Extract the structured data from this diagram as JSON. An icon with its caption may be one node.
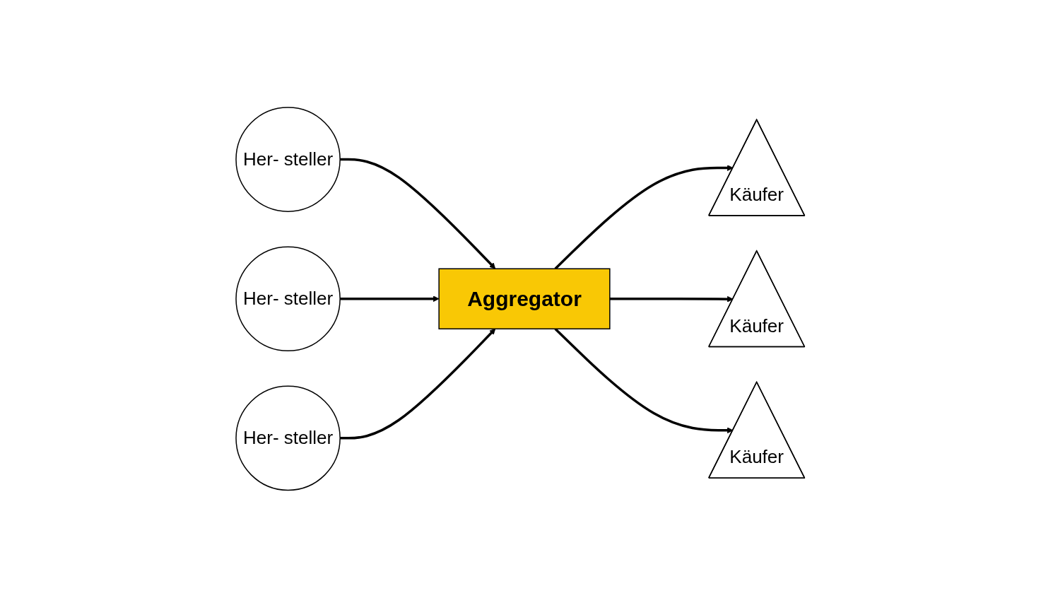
{
  "diagram": {
    "nodes": [
      {
        "text": [
          "Her- steller"
        ]
      },
      {
        "text": [
          "Her- steller"
        ]
      },
      {
        "text": [
          "Her- steller"
        ]
      },
      {
        "text": [
          "Aggregator"
        ]
      },
      {
        "text": [
          "Käufer"
        ]
      },
      {
        "text": [
          "Käufer"
        ]
      },
      {
        "text": [
          "Käufer"
        ]
      }
    ],
    "edges": [
      {
        "from": 0,
        "to": 3,
        "arrow": "to"
      },
      {
        "from": 1,
        "to": 3,
        "arrow": "to"
      },
      {
        "from": 2,
        "to": 3,
        "arrow": "to"
      },
      {
        "from": 3,
        "to": 4,
        "arrow": "to"
      },
      {
        "from": 3,
        "to": 5,
        "arrow": "to"
      },
      {
        "from": 3,
        "to": 6,
        "arrow": "to"
      }
    ]
  }
}
